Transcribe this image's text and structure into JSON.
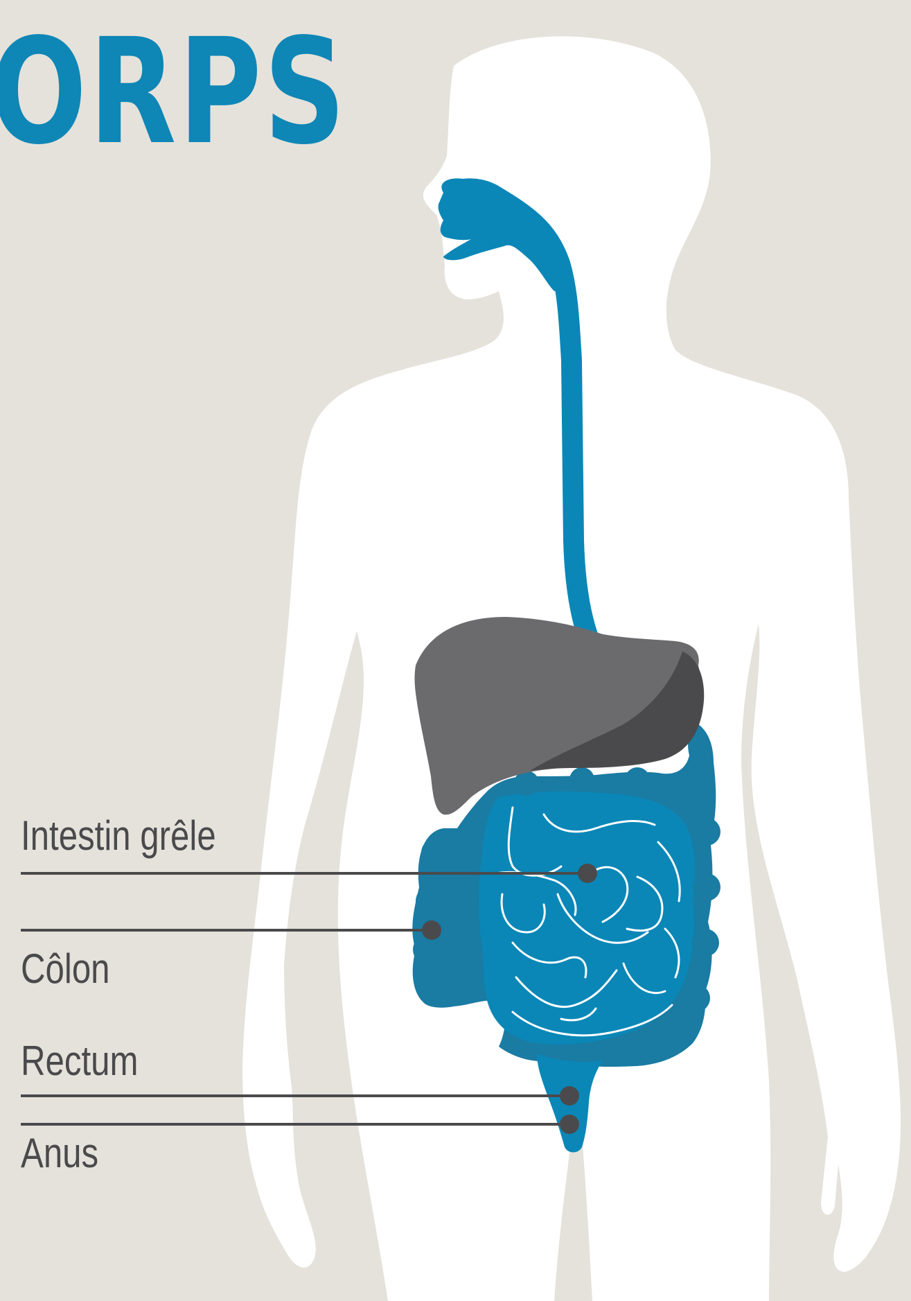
{
  "title": "ORPS",
  "labels": {
    "intestin_grele": "Intestin grêle",
    "colon": "Côlon",
    "rectum": "Rectum",
    "anus": "Anus"
  },
  "colors": {
    "background": "#e5e2db",
    "body": "#ffffff",
    "digestive_blue": "#0a87b7",
    "colon_blue": "#1a7ba3",
    "liver_gray": "#6b6b6e",
    "liver_dark": "#4a4a4c",
    "leader_line": "#4a4a4c"
  }
}
